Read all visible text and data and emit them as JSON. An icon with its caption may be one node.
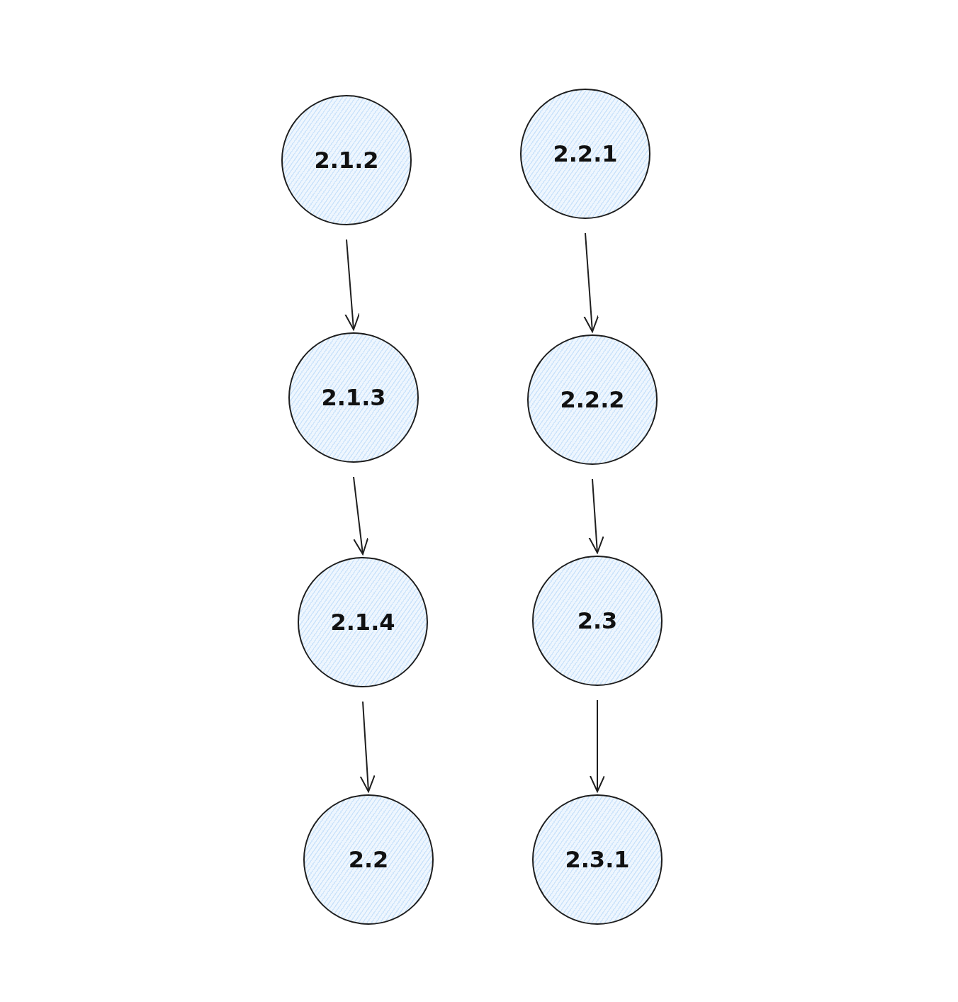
{
  "diagram": {
    "nodes": [
      {
        "text": [
          "2.1.2"
        ]
      },
      {
        "text": [
          "2.2.1"
        ]
      },
      {
        "text": [
          "2.1.3"
        ]
      },
      {
        "text": [
          "2.2.2"
        ]
      },
      {
        "text": [
          "2.1.4"
        ]
      },
      {
        "text": [
          "2.3"
        ]
      },
      {
        "text": [
          "2.2"
        ]
      },
      {
        "text": [
          "2.3.1"
        ]
      }
    ],
    "edges": [
      {
        "from": 0,
        "to": 2,
        "arrow": "to"
      },
      {
        "from": 2,
        "to": 4,
        "arrow": "to"
      },
      {
        "from": 4,
        "to": 6,
        "arrow": "to"
      },
      {
        "from": 1,
        "to": 3,
        "arrow": "to"
      },
      {
        "from": 3,
        "to": 5,
        "arrow": "to"
      },
      {
        "from": 5,
        "to": 7,
        "arrow": "to"
      }
    ]
  }
}
